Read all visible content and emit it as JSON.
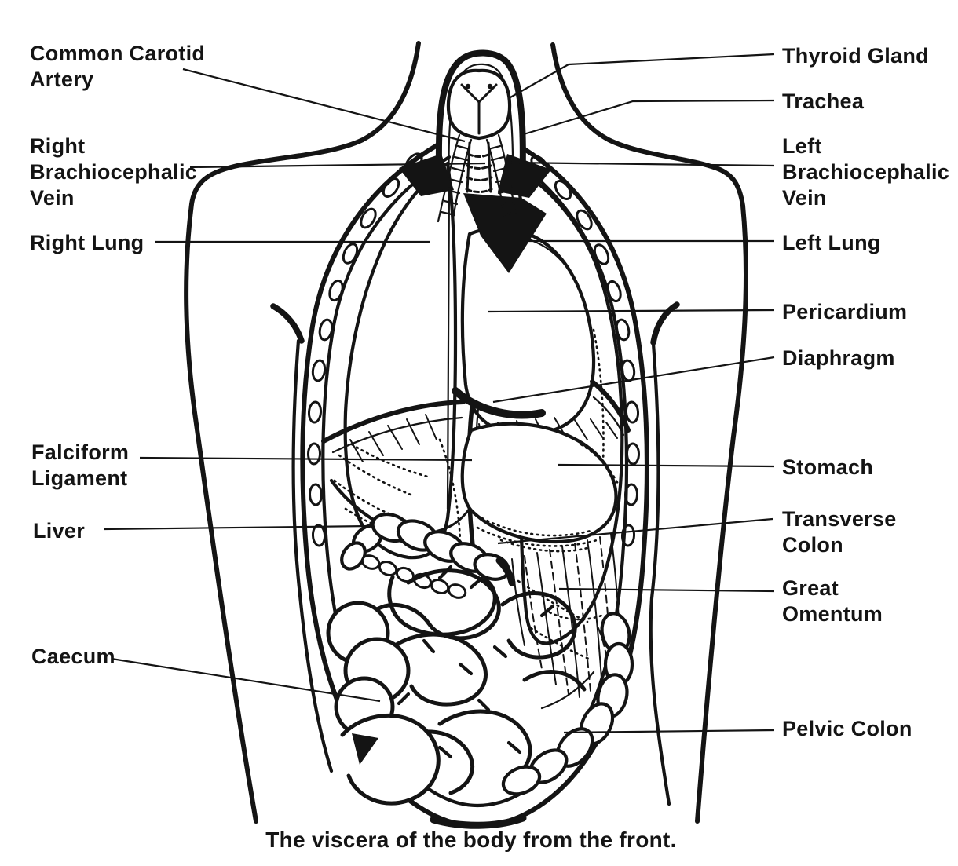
{
  "page": {
    "background": "#ffffff",
    "ink": "#141414"
  },
  "caption": "The viscera of the body from the front.",
  "labels": {
    "left": [
      {
        "name": "common-carotid-artery",
        "lines": [
          "Common Carotid",
          "Artery"
        ]
      },
      {
        "name": "right-brachiocephalic-vein",
        "lines": [
          "Right",
          "Brachiocephalic",
          "Vein"
        ]
      },
      {
        "name": "right-lung",
        "lines": [
          "Right Lung"
        ]
      },
      {
        "name": "falciform-ligament",
        "lines": [
          "Falciform",
          "Ligament"
        ]
      },
      {
        "name": "liver",
        "lines": [
          "Liver"
        ]
      },
      {
        "name": "caecum",
        "lines": [
          "Caecum"
        ]
      }
    ],
    "right": [
      {
        "name": "thyroid-gland",
        "lines": [
          "Thyroid Gland"
        ]
      },
      {
        "name": "trachea",
        "lines": [
          "Trachea"
        ]
      },
      {
        "name": "left-brachiocephalic-vein",
        "lines": [
          "Left",
          "Brachiocephalic",
          "Vein"
        ]
      },
      {
        "name": "left-lung",
        "lines": [
          "Left Lung"
        ]
      },
      {
        "name": "pericardium",
        "lines": [
          "Pericardium"
        ]
      },
      {
        "name": "diaphragm",
        "lines": [
          "Diaphragm"
        ]
      },
      {
        "name": "stomach",
        "lines": [
          "Stomach"
        ]
      },
      {
        "name": "transverse-colon",
        "lines": [
          "Transverse",
          "Colon"
        ]
      },
      {
        "name": "great-omentum",
        "lines": [
          "Great",
          "Omentum"
        ]
      },
      {
        "name": "pelvic-colon",
        "lines": [
          "Pelvic Colon"
        ]
      }
    ]
  }
}
